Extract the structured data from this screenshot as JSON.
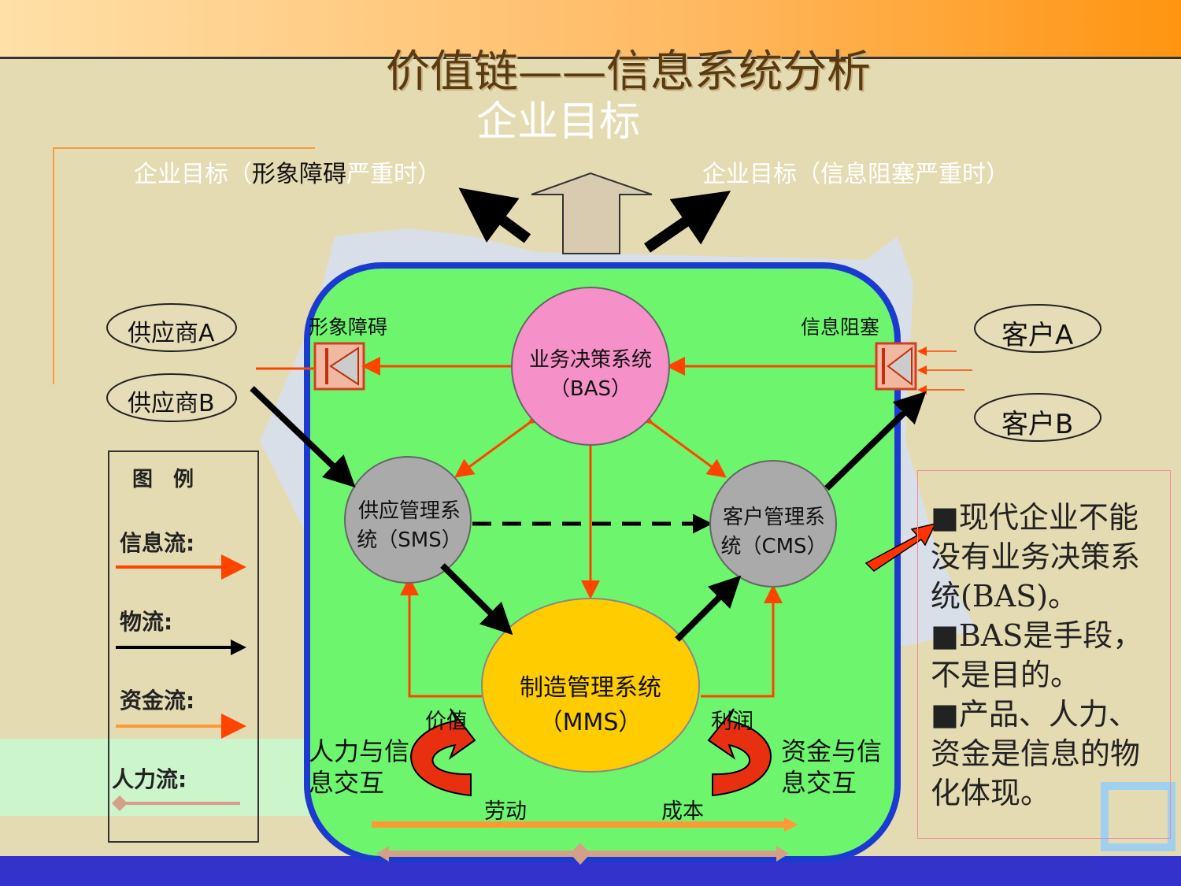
{
  "title": "价值链——信息系统分析",
  "goal": "企业目标",
  "goal_left": {
    "a": "企业目标（",
    "b": "形象障碍",
    "c": "严重时）"
  },
  "goal_right": "企业目标（信息阻塞严重时）",
  "suppliers": [
    "供应商A",
    "供应商B"
  ],
  "customers": [
    "客户A",
    "客户B"
  ],
  "barriers": {
    "left": "形象障碍",
    "right": "信息阻塞"
  },
  "nodes": {
    "bas": {
      "name": "业务决策系统",
      "abbr": "（BAS）"
    },
    "sms": {
      "name": "供应管理系",
      "abbr": "统（SMS）"
    },
    "cms": {
      "name": "客户管理系",
      "abbr": "统（CMS）"
    },
    "mms": {
      "name": "制造管理系统",
      "abbr": "（MMS）"
    }
  },
  "labels": {
    "value": "价值",
    "profit": "利润",
    "labor": "劳动",
    "cost": "成本",
    "hr_info": [
      "人力与信",
      "息交互"
    ],
    "fund_info": [
      "资金与信",
      "息交互"
    ]
  },
  "legend": {
    "title": "图　例",
    "items": [
      "信息流:",
      "物流:",
      "资金流:",
      "人力流:"
    ],
    "colors": [
      "#ff4400",
      "#000000",
      "#ff9933",
      "#d4a088"
    ]
  },
  "notes": [
    "■现代企业不能没有业务决策系统(BAS)。",
    "■BAS是手段，不是目的。",
    "■产品、人力、资金是信息的物化体现。"
  ]
}
